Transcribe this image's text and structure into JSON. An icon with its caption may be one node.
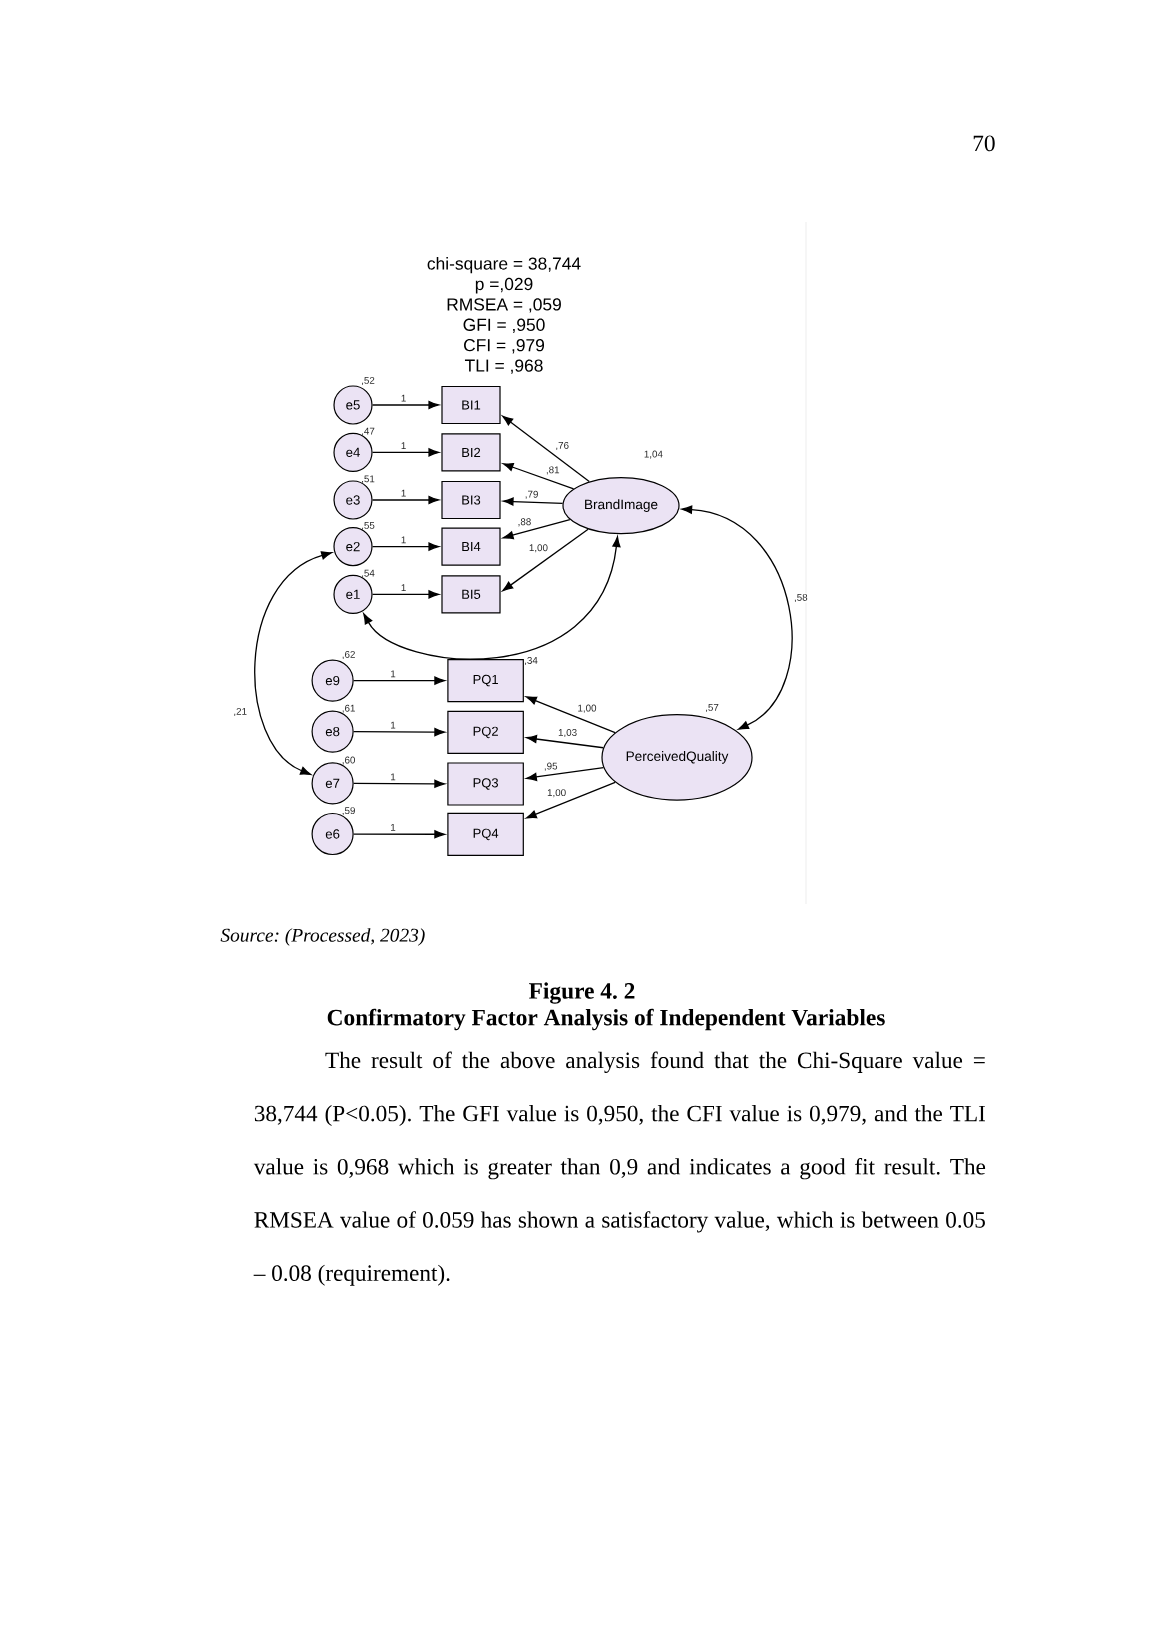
{
  "diagram": {
    "nodes": [
      {
        "text": [
          "e5"
        ],
        "beside": [
          ",52"
        ]
      },
      {
        "text": [
          "BI1"
        ]
      },
      {
        "text": [
          "e4"
        ],
        "beside": [
          ",47"
        ]
      },
      {
        "text": [
          "BI2"
        ]
      },
      {
        "text": [
          "e3"
        ],
        "beside": [
          ",51"
        ]
      },
      {
        "text": [
          "BI3"
        ]
      },
      {
        "text": [
          "e2"
        ],
        "beside": [
          ",55"
        ]
      },
      {
        "text": [
          "BI4"
        ]
      },
      {
        "text": [
          "e1"
        ],
        "beside": [
          ",54"
        ]
      },
      {
        "text": [
          "BI5"
        ]
      },
      {
        "text": [
          "BrandImage"
        ],
        "beside": [
          "1,04"
        ]
      },
      {
        "text": [
          "e9"
        ],
        "beside": [
          ",62"
        ]
      },
      {
        "text": [
          "PQ1"
        ],
        "beside": [
          ",34"
        ]
      },
      {
        "text": [
          "e8"
        ],
        "beside": [
          ",61"
        ]
      },
      {
        "text": [
          "PQ2"
        ]
      },
      {
        "text": [
          "e7"
        ],
        "beside": [
          ",60"
        ]
      },
      {
        "text": [
          "PQ3"
        ]
      },
      {
        "text": [
          "e6"
        ],
        "beside": [
          ",59"
        ]
      },
      {
        "text": [
          "PQ4"
        ]
      },
      {
        "text": [
          "PerceivedQuality"
        ],
        "beside": [
          ",57"
        ]
      }
    ],
    "edges": [
      {
        "from": 0,
        "to": 1,
        "arrow": "to",
        "label": "1"
      },
      {
        "from": 2,
        "to": 3,
        "arrow": "to",
        "label": "1"
      },
      {
        "from": 4,
        "to": 5,
        "arrow": "to",
        "label": "1"
      },
      {
        "from": 6,
        "to": 7,
        "arrow": "to",
        "label": "1"
      },
      {
        "from": 8,
        "to": 9,
        "arrow": "to",
        "label": "1"
      },
      {
        "from": 10,
        "to": 1,
        "arrow": "to",
        "label": ",76"
      },
      {
        "from": 10,
        "to": 3,
        "arrow": "to",
        "label": ",81"
      },
      {
        "from": 10,
        "to": 5,
        "arrow": "to",
        "label": ",79"
      },
      {
        "from": 10,
        "to": 7,
        "arrow": "to",
        "label": ",88"
      },
      {
        "from": 10,
        "to": 9,
        "arrow": "to",
        "label": "1,00"
      },
      {
        "from": 8,
        "to": 10,
        "arrow": "both"
      },
      {
        "from": 10,
        "to": 19,
        "arrow": "both",
        "label": ",58"
      },
      {
        "from": 6,
        "to": 15,
        "arrow": "both",
        "label": ",21"
      },
      {
        "from": 11,
        "to": 12,
        "arrow": "to",
        "label": "1"
      },
      {
        "from": 13,
        "to": 14,
        "arrow": "to",
        "label": "1"
      },
      {
        "from": 15,
        "to": 16,
        "arrow": "to",
        "label": "1"
      },
      {
        "from": 17,
        "to": 18,
        "arrow": "to",
        "label": "1"
      },
      {
        "from": 19,
        "to": 12,
        "arrow": "to",
        "label": "1,00"
      },
      {
        "from": 19,
        "to": 14,
        "arrow": "to",
        "label": "1,03"
      },
      {
        "from": 19,
        "to": 16,
        "arrow": "to",
        "label": ",95"
      },
      {
        "from": 19,
        "to": 18,
        "arrow": "to",
        "label": "1,00"
      }
    ],
    "labels": [
      "70",
      "chi-square = 38,744",
      "p =,029",
      "RMSEA = ,059",
      "GFI = ,950",
      "CFI = ,979",
      "TLI = ,968",
      "Source: (Processed, 2023)",
      "Figure 4. 2",
      "Confirmatory Factor Analysis of Independent Variables",
      "The result of the above analysis found that the Chi-Square value = 38,744 (P<0.05). The GFI value is 0,950, the CFI value is 0,979, and the TLI value is 0,968 which is greater than 0,9 and indicates a good fit result. The RMSEA value of 0.059 has shown a satisfactory value, which is between 0.05 – 0.08 (requirement)."
    ]
  }
}
